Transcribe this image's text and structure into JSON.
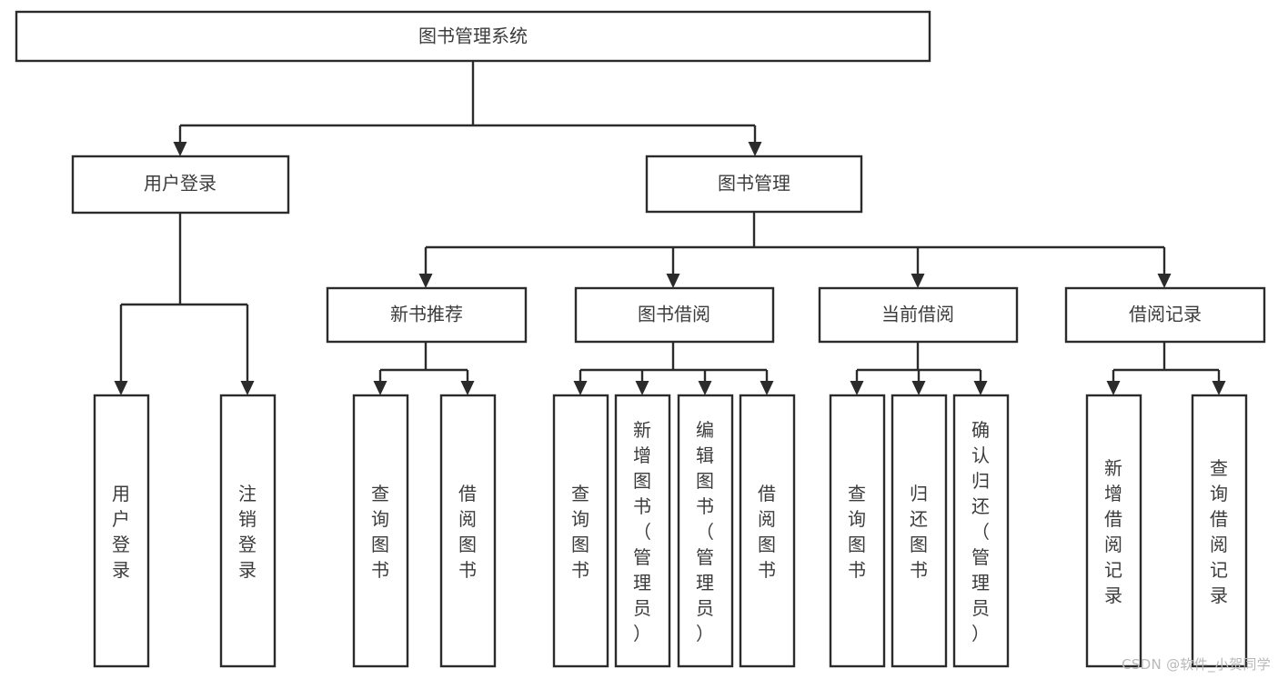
{
  "diagram": {
    "title": "图书管理系统",
    "type": "tree-hierarchy-diagram",
    "colors": {
      "box_stroke": "#2b2b2b",
      "box_fill": "#ffffff",
      "text": "#3c3c3c",
      "background": "#ffffff",
      "watermark": "#b9b9b9"
    },
    "root": {
      "id": "root",
      "label": "图书管理系统",
      "orientation": "horizontal"
    },
    "level1": [
      {
        "id": "user-login",
        "label": "用户登录",
        "orientation": "horizontal"
      },
      {
        "id": "book-management",
        "label": "图书管理",
        "orientation": "horizontal"
      }
    ],
    "level2": [
      {
        "id": "new-book-recommend",
        "label": "新书推荐",
        "parent": "book-management",
        "orientation": "horizontal"
      },
      {
        "id": "book-borrow",
        "label": "图书借阅",
        "parent": "book-management",
        "orientation": "horizontal"
      },
      {
        "id": "current-borrow",
        "label": "当前借阅",
        "parent": "book-management",
        "orientation": "horizontal"
      },
      {
        "id": "borrow-record",
        "label": "借阅记录",
        "parent": "book-management",
        "orientation": "horizontal"
      }
    ],
    "leaves": [
      {
        "id": "leaf-user-login",
        "label": "用户登录",
        "parent": "user-login",
        "orientation": "vertical"
      },
      {
        "id": "leaf-user-logout",
        "label": "注销登录",
        "parent": "user-login",
        "orientation": "vertical"
      },
      {
        "id": "leaf-query-book-new",
        "label": "查询图书",
        "parent": "new-book-recommend",
        "orientation": "vertical"
      },
      {
        "id": "leaf-borrow-book-new",
        "label": "借阅图书",
        "parent": "new-book-recommend",
        "orientation": "vertical"
      },
      {
        "id": "leaf-query-book-borrow",
        "label": "查询图书",
        "parent": "book-borrow",
        "orientation": "vertical"
      },
      {
        "id": "leaf-add-book-admin",
        "label": "新增图书（管理员）",
        "parent": "book-borrow",
        "orientation": "vertical"
      },
      {
        "id": "leaf-edit-book-admin",
        "label": "编辑图书（管理员）",
        "parent": "book-borrow",
        "orientation": "vertical"
      },
      {
        "id": "leaf-borrow-book",
        "label": "借阅图书",
        "parent": "book-borrow",
        "orientation": "vertical"
      },
      {
        "id": "leaf-query-book-current",
        "label": "查询图书",
        "parent": "current-borrow",
        "orientation": "vertical"
      },
      {
        "id": "leaf-return-book",
        "label": "归还图书",
        "parent": "current-borrow",
        "orientation": "vertical"
      },
      {
        "id": "leaf-confirm-return-admin",
        "label": "确认归还（管理员）",
        "parent": "current-borrow",
        "orientation": "vertical"
      },
      {
        "id": "leaf-add-borrow-record",
        "label": "新增借阅记录",
        "parent": "borrow-record",
        "orientation": "vertical"
      },
      {
        "id": "leaf-query-borrow-record",
        "label": "查询借阅记录",
        "parent": "borrow-record",
        "orientation": "vertical"
      }
    ]
  },
  "watermark": {
    "text": "CSDN @软件_小贺同学"
  }
}
